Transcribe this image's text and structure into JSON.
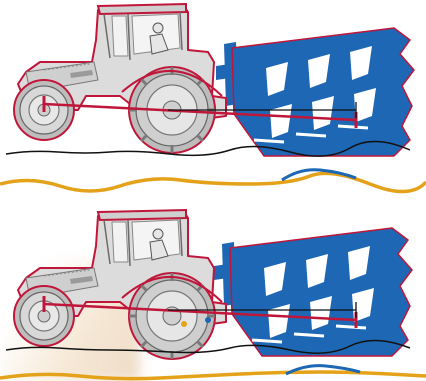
{
  "figure": {
    "panels": [
      {
        "id": "top",
        "subject": "tractor-with-reversible-plough"
      },
      {
        "id": "bottom",
        "subject": "tractor-with-reversible-plough"
      }
    ],
    "colors": {
      "outline": "#c0163a",
      "plough": "#1d67b4",
      "body": "#dcdcdc",
      "body_shade": "#c4c4c4",
      "ground": "#111111",
      "wave_primary": "#e4a21a",
      "wave_secondary": "#1d67b4",
      "linkage_dot": "#e8a21a"
    }
  }
}
